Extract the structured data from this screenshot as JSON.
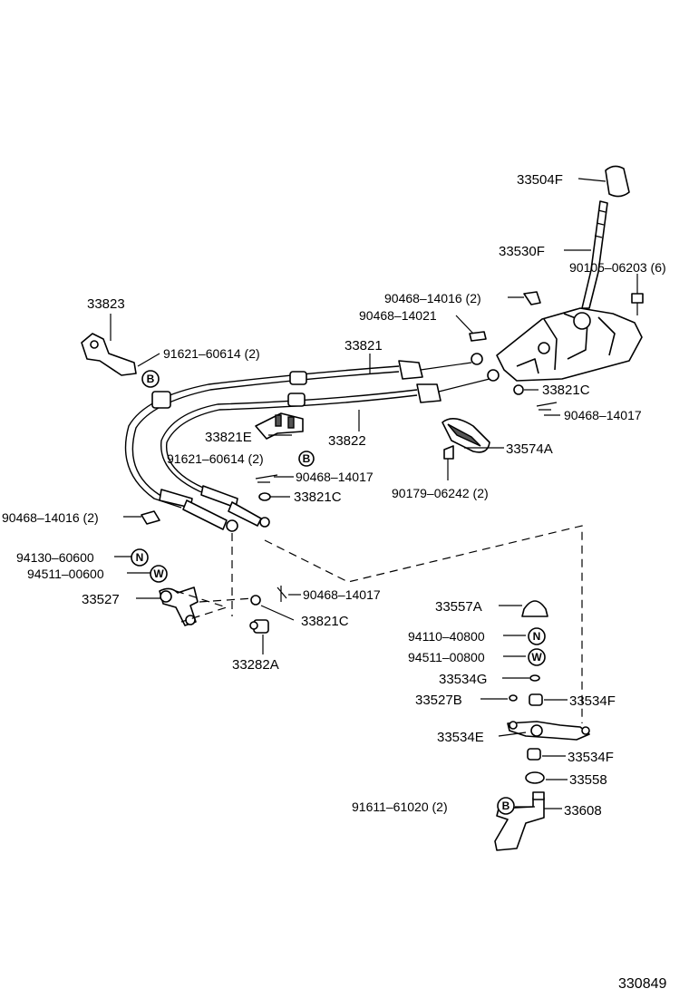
{
  "labels": {
    "p33504F": "33504F",
    "p33530F": "33530F",
    "p90105": "90105–06203 (6)",
    "p90468_14016a": "90468–14016 (2)",
    "p90468_14021": "90468–14021",
    "p33823": "33823",
    "p91621a": "91621–60614 (2)",
    "p33821": "33821",
    "p33821C_a": "33821C",
    "p90468_14017a": "90468–14017",
    "p33821E": "33821E",
    "p33822": "33822",
    "p33574A": "33574A",
    "p91621b": "91621–60614 (2)",
    "p90468_14017b": "90468–14017",
    "p90179": "90179–06242 (2)",
    "p33821C_b": "33821C",
    "p90468_14016b": "90468–14016 (2)",
    "p94130": "94130–60600",
    "p94511a": "94511–00600",
    "p33527": "33527",
    "p90468_14017c": "90468–14017",
    "p33821C_c": "33821C",
    "p33282A": "33282A",
    "p33557A": "33557A",
    "p94110": "94110–40800",
    "p94511b": "94511–00800",
    "p33534G": "33534G",
    "p33527B": "33527B",
    "p33534F_a": "33534F",
    "p33534E": "33534E",
    "p33534F_b": "33534F",
    "p33558": "33558",
    "p91611": "91611–61020 (2)",
    "p33608": "33608"
  },
  "badges": {
    "bolt": "B",
    "nut": "N",
    "washer": "W"
  },
  "diagram_code": "330849"
}
